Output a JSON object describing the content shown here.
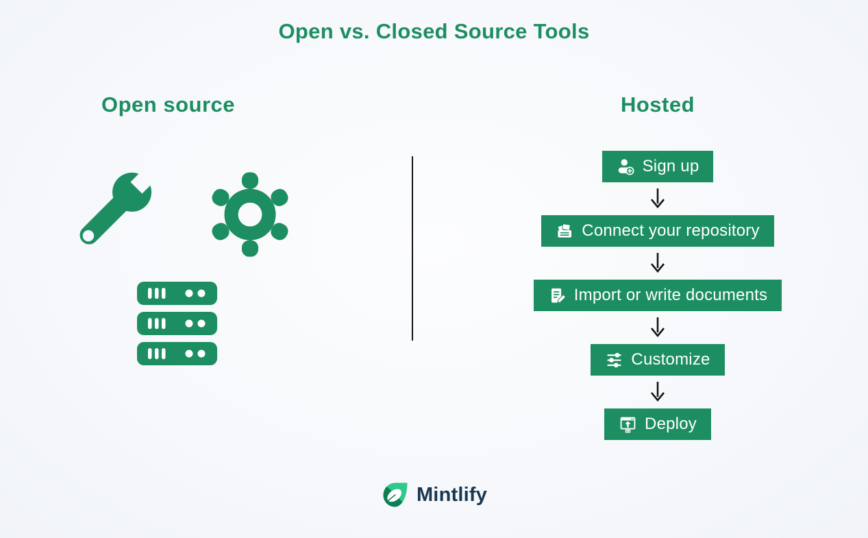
{
  "title": "Open vs. Closed Source Tools",
  "colors": {
    "accent": "#1d8e62",
    "arrow": "#151515",
    "background": "#f6f8fb",
    "logo_light": "#2fc98c",
    "logo_dark": "#0c7f55",
    "brand_text": "#193750"
  },
  "open_source": {
    "heading": "Open source",
    "icons": [
      "wrench-icon",
      "gear-icon",
      "server-stack-icon"
    ]
  },
  "hosted": {
    "heading": "Hosted",
    "steps": [
      {
        "label": "Sign up",
        "icon": "person-add-icon"
      },
      {
        "label": "Connect your repository",
        "icon": "repository-icon"
      },
      {
        "label": "Import or write documents",
        "icon": "document-edit-icon"
      },
      {
        "label": "Customize",
        "icon": "sliders-icon"
      },
      {
        "label": "Deploy",
        "icon": "deploy-window-icon"
      }
    ]
  },
  "footer": {
    "brand": "Mintlify"
  }
}
